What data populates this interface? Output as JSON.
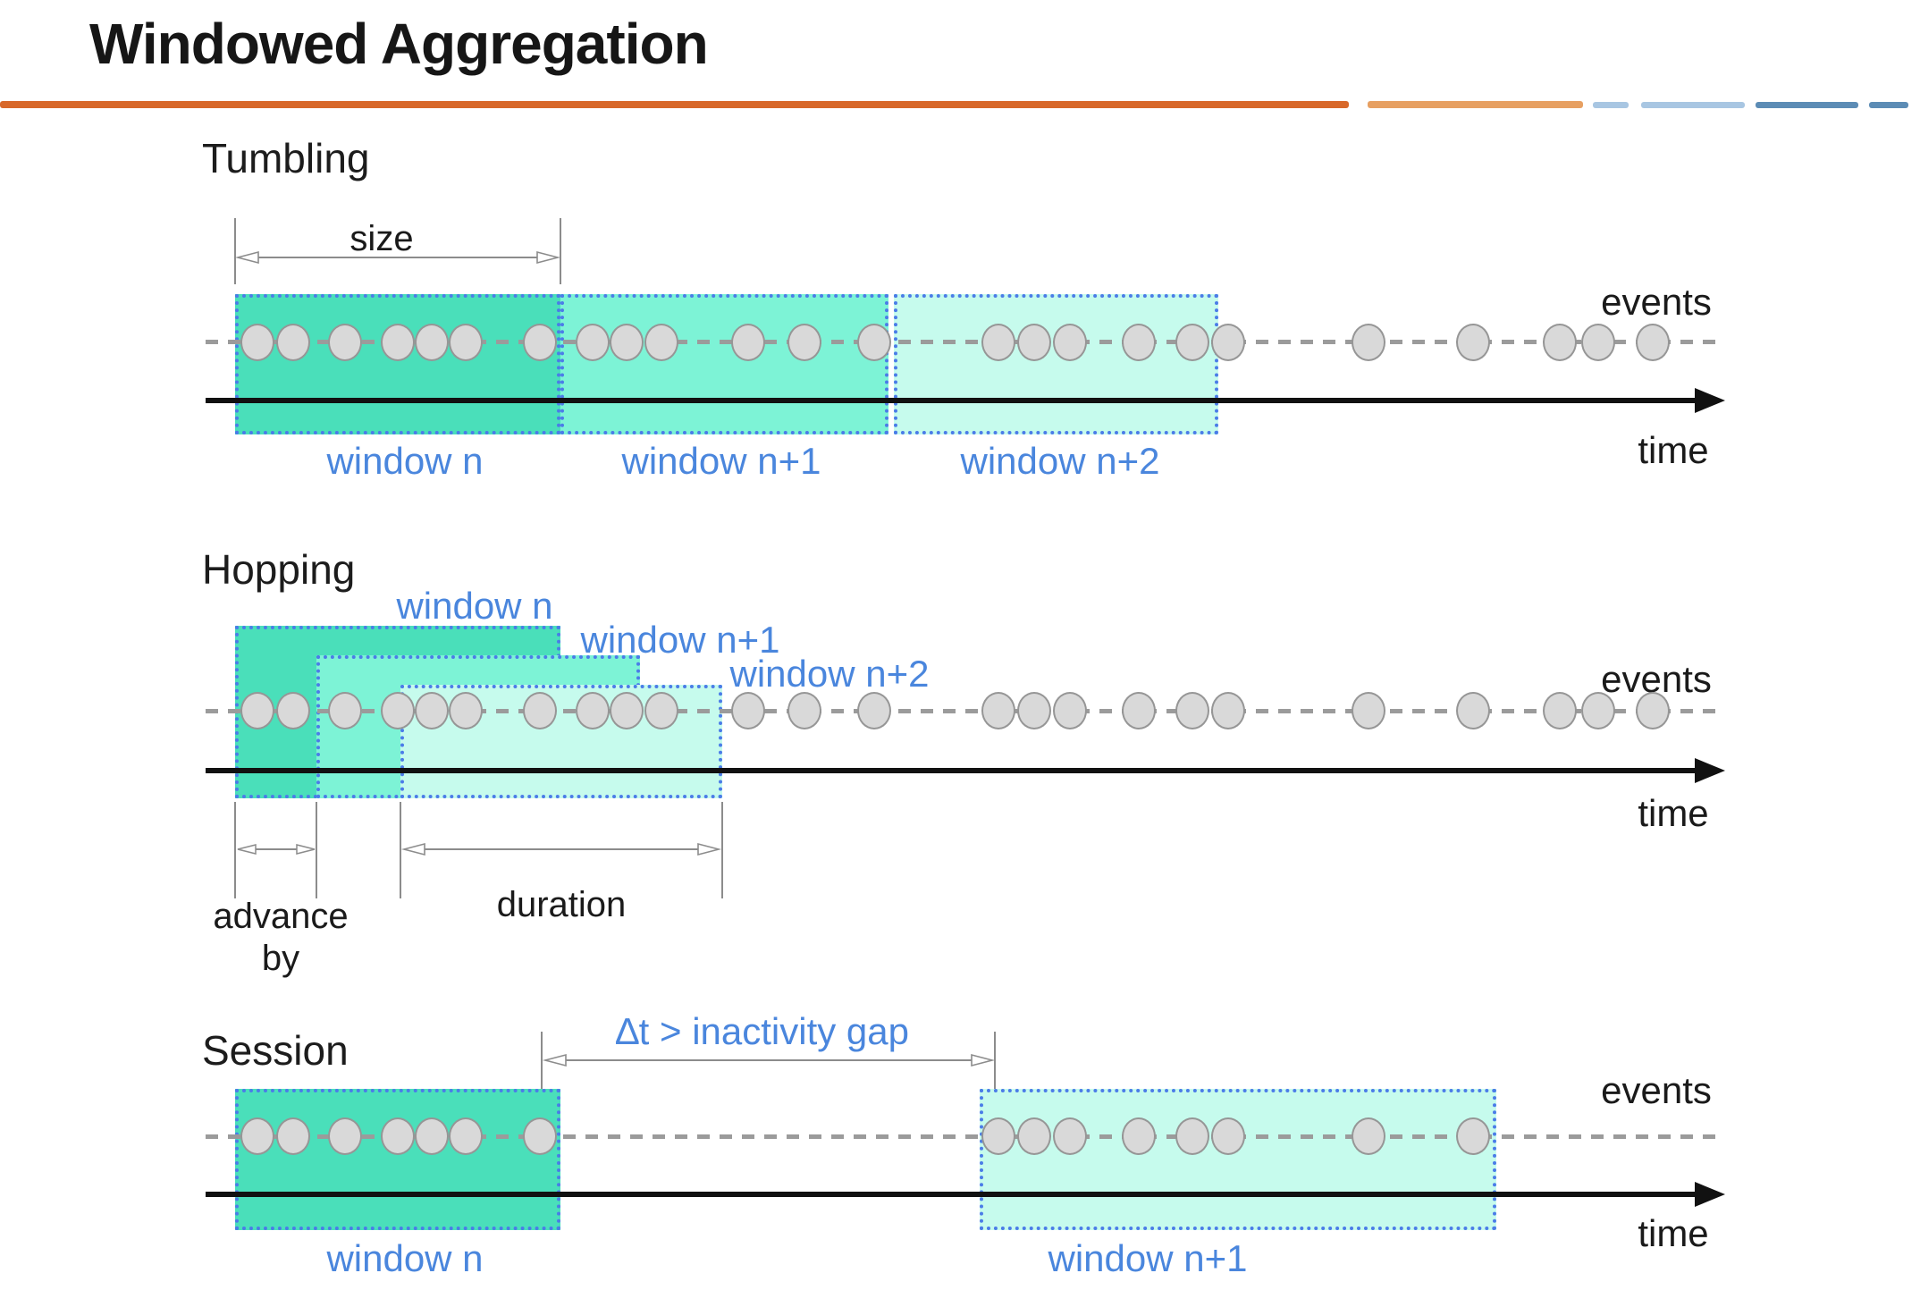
{
  "title": "Windowed Aggregation",
  "labels": {
    "events": "events",
    "time": "time"
  },
  "palette": {
    "window_n": "#4adfba",
    "window_n_plus_1": "#7df3d6",
    "window_n_plus_2": "#c6fbed",
    "window_border": "#4b7ce8",
    "label_blue": "#4a86dd",
    "divider_orange": "#d8682a",
    "divider_light_orange": "#e7a062",
    "divider_light_blue": "#a8c6e2",
    "divider_steel_blue": "#5c8cb5"
  },
  "sections": {
    "tumbling": {
      "heading": "Tumbling",
      "size_label": "size",
      "windows": [
        {
          "label": "window n"
        },
        {
          "label": "window n+1"
        },
        {
          "label": "window n+2"
        }
      ],
      "event_x": [
        288,
        328,
        386,
        445,
        483,
        521,
        604,
        663,
        701,
        740,
        837,
        900,
        978,
        1117,
        1157,
        1197,
        1274,
        1334,
        1374,
        1531,
        1648,
        1745,
        1788,
        1849
      ]
    },
    "hopping": {
      "heading": "Hopping",
      "advance_label_line1": "advance",
      "advance_label_line2": "by",
      "duration_label": "duration",
      "windows": [
        {
          "label": "window n"
        },
        {
          "label": "window n+1"
        },
        {
          "label": "window n+2"
        }
      ],
      "event_x": [
        288,
        328,
        386,
        445,
        483,
        521,
        604,
        663,
        701,
        740,
        837,
        900,
        978,
        1117,
        1157,
        1197,
        1274,
        1334,
        1374,
        1531,
        1648,
        1745,
        1788,
        1849
      ]
    },
    "session": {
      "heading": "Session",
      "gap_label": "∆t > inactivity gap",
      "windows": [
        {
          "label": "window n"
        },
        {
          "label": "window n+1"
        }
      ],
      "event_x": [
        288,
        328,
        386,
        445,
        483,
        521,
        604,
        1117,
        1157,
        1197,
        1274,
        1334,
        1374,
        1531,
        1648
      ]
    }
  }
}
